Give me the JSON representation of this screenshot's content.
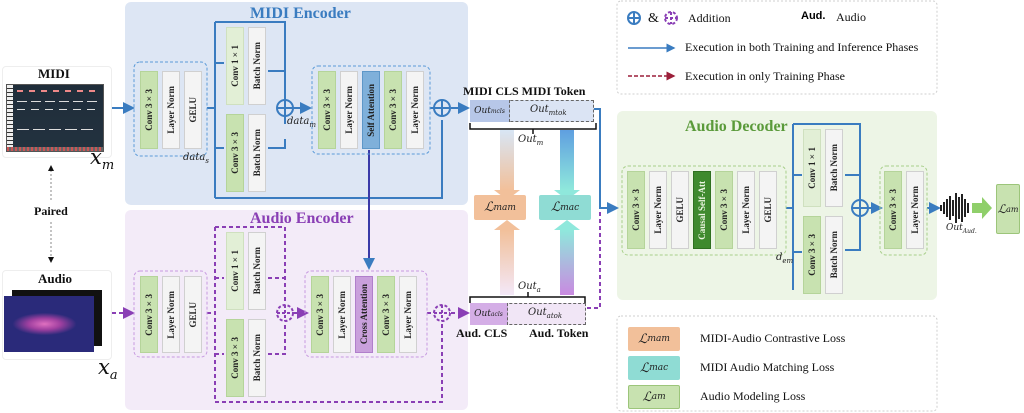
{
  "inputs": {
    "midi": {
      "label": "MIDI",
      "symbol": "x_m",
      "symbol_main": "x",
      "symbol_sub": "m"
    },
    "audio": {
      "label": "Audio",
      "symbol": "x_a",
      "symbol_main": "x",
      "symbol_sub": "a"
    },
    "paired_label": "Paired"
  },
  "midi_encoder": {
    "title": "MIDI Encoder",
    "stem_blocks": [
      "Conv 3×3",
      "Layer Norm",
      "GELU"
    ],
    "stem_output": "data_s",
    "stem_output_main": "data",
    "stem_output_sub": "s",
    "branch_top": [
      "Conv 1×1",
      "Batch Norm"
    ],
    "branch_bottom": [
      "Conv 3×3",
      "Batch Norm"
    ],
    "merge_output": "data_m",
    "merge_output_main": "data",
    "merge_output_sub": "m",
    "attention_blocks": [
      "Conv 3×3",
      "Layer Norm",
      "Self Attention",
      "Conv 3×3",
      "Layer Norm"
    ]
  },
  "audio_encoder": {
    "title": "Audio Encoder",
    "stem_blocks": [
      "Conv 3×3",
      "Layer Norm",
      "GELU"
    ],
    "branch_top": [
      "Conv 1×1",
      "Batch Norm"
    ],
    "branch_bottom": [
      "Conv 3×3",
      "Batch Norm"
    ],
    "attention_blocks": [
      "Conv 3×3",
      "Layer Norm",
      "Cross Attention",
      "Conv 3×3",
      "Layer Norm"
    ]
  },
  "outputs": {
    "midi_header": "MIDI CLS MIDI Token",
    "midi_cls": {
      "main": "Out",
      "sub": "mcls"
    },
    "midi_tok": {
      "main": "Out",
      "sub": "mtok"
    },
    "midi_out": {
      "main": "Out",
      "sub": "m"
    },
    "audio_cls_label": "Aud. CLS",
    "audio_token_label": "Aud. Token",
    "audio_cls": {
      "main": "Out",
      "sub": "acls"
    },
    "audio_tok": {
      "main": "Out",
      "sub": "atok"
    },
    "audio_out": {
      "main": "Out",
      "sub": "a"
    }
  },
  "losses": {
    "mam": {
      "main": "ℒ",
      "sub": "mam",
      "color": "#f2c09a"
    },
    "mac": {
      "main": "ℒ",
      "sub": "mac",
      "color": "#8fdcd4"
    },
    "am": {
      "main": "ℒ",
      "sub": "am",
      "color": "#c8e2b0"
    }
  },
  "audio_decoder": {
    "title": "Audio Decoder",
    "stem_blocks": [
      "Conv 3×3",
      "Layer Norm",
      "GELU",
      "Causal Self-Att",
      "Conv 3×3",
      "Layer Norm",
      "GELU"
    ],
    "stem_output_main": "d",
    "stem_output_sub": "em",
    "branch_top": [
      "Conv 1×1",
      "Batch Norm"
    ],
    "branch_bottom": [
      "Conv 3×3",
      "Batch Norm"
    ],
    "final_blocks": [
      "Conv 3×3",
      "Layer Norm"
    ],
    "output": {
      "main": "Out",
      "sub": "Aud."
    }
  },
  "legend_top": {
    "addition_amp": "&",
    "addition_label": "Addition",
    "aud_abbrev": "Aud.",
    "aud_full": "Audio",
    "solid_label": "Execution in both Training and Inference Phases",
    "dashed_label": "Execution in only Training Phase"
  },
  "legend_bottom": {
    "items": [
      {
        "main": "ℒ",
        "sub": "mam",
        "label": "MIDI-Audio Contrastive Loss",
        "color": "#f2c09a"
      },
      {
        "main": "ℒ",
        "sub": "mac",
        "label": "MIDI Audio Matching Loss",
        "color": "#8fdcd4"
      },
      {
        "main": "ℒ",
        "sub": "am",
        "label": "Audio Modeling Loss",
        "color": "#c8e2b0"
      }
    ]
  },
  "colors": {
    "midi_blue": "#3a7cc0",
    "audio_purple": "#8a3fb5",
    "decoder_green": "#5a9a3a",
    "dashed_red": "#9c1f3a"
  }
}
